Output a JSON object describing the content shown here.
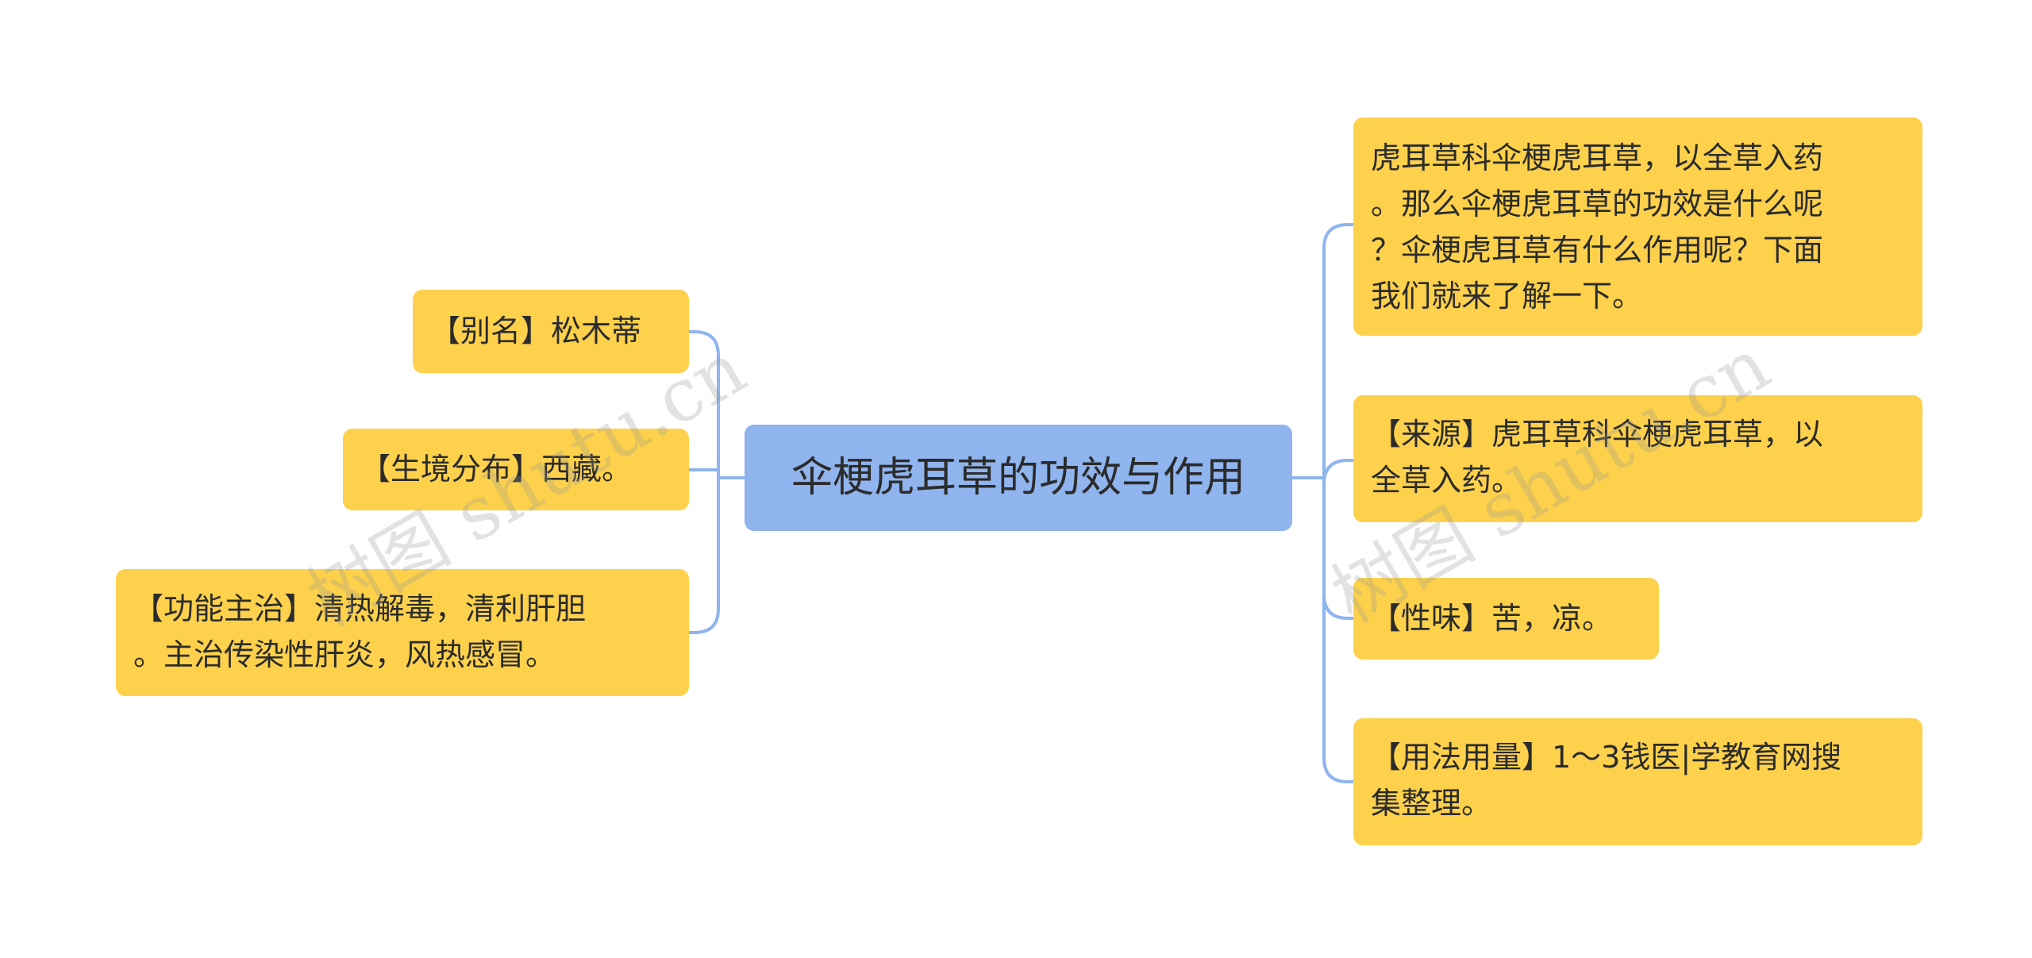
{
  "root": {
    "label": "伞梗虎耳草的功效与作用"
  },
  "left_branches": [
    {
      "label": "【别名】松木蒂"
    },
    {
      "label": "【生境分布】西藏。"
    },
    {
      "label": "【功能主治】清热解毒，清利肝胆\n。主治传染性肝炎，风热感冒。"
    }
  ],
  "right_branches": [
    {
      "label": "虎耳草科伞梗虎耳草，以全草入药\n。那么伞梗虎耳草的功效是什么呢\n？伞梗虎耳草有什么作用呢？下面\n我们就来了解一下。"
    },
    {
      "label": "【来源】虎耳草科伞梗虎耳草，以\n全草入药。"
    },
    {
      "label": "【性味】苦，凉。"
    },
    {
      "label": "【用法用量】1～3钱医|学教育网搜\n集整理。"
    }
  ],
  "watermarks": [
    {
      "text": "树图 shutu.cn"
    },
    {
      "text": "树图 shutu.cn"
    }
  ],
  "colors": {
    "root_fill": "#8fb4ee",
    "leaf_fill": "#fdd14c",
    "connector": "#8fb4ee"
  }
}
